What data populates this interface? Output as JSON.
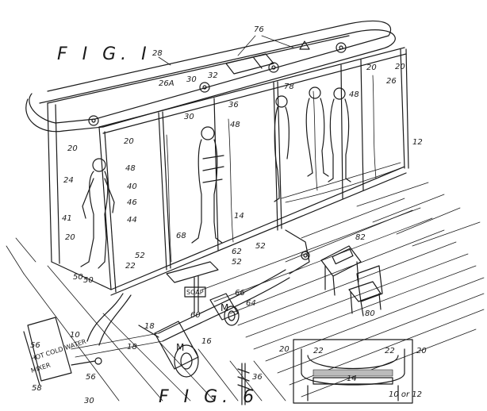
{
  "figures": {
    "fig1": "F I G. I",
    "fig6": "F I G. 6"
  },
  "labels": {
    "soap": "SOAP",
    "water_valve": "HOT COLD WATER",
    "mixer": "MIXER",
    "motor": "M",
    "motor_small": "M"
  },
  "refs": {
    "r10": "10",
    "r12": "12",
    "r14": "14",
    "r16": "16",
    "r18": "18",
    "r20": "20",
    "r22": "22",
    "r24": "24",
    "r26": "26",
    "r26a": "26A",
    "r28": "28",
    "r30": "30",
    "r32": "32",
    "r36": "36",
    "r40": "40",
    "r41": "41",
    "r44": "44",
    "r46": "46",
    "r48": "48",
    "r50": "50",
    "r52": "52",
    "r56": "56",
    "r58": "58",
    "r60": "60",
    "r62": "62",
    "r64": "64",
    "r66": "66",
    "r68": "68",
    "r76": "76",
    "r78": "78",
    "r80": "80",
    "r82": "82",
    "r10or12": "10 or 12"
  },
  "colors": {
    "ink": "#1a1a1a",
    "paper": "#ffffff"
  }
}
